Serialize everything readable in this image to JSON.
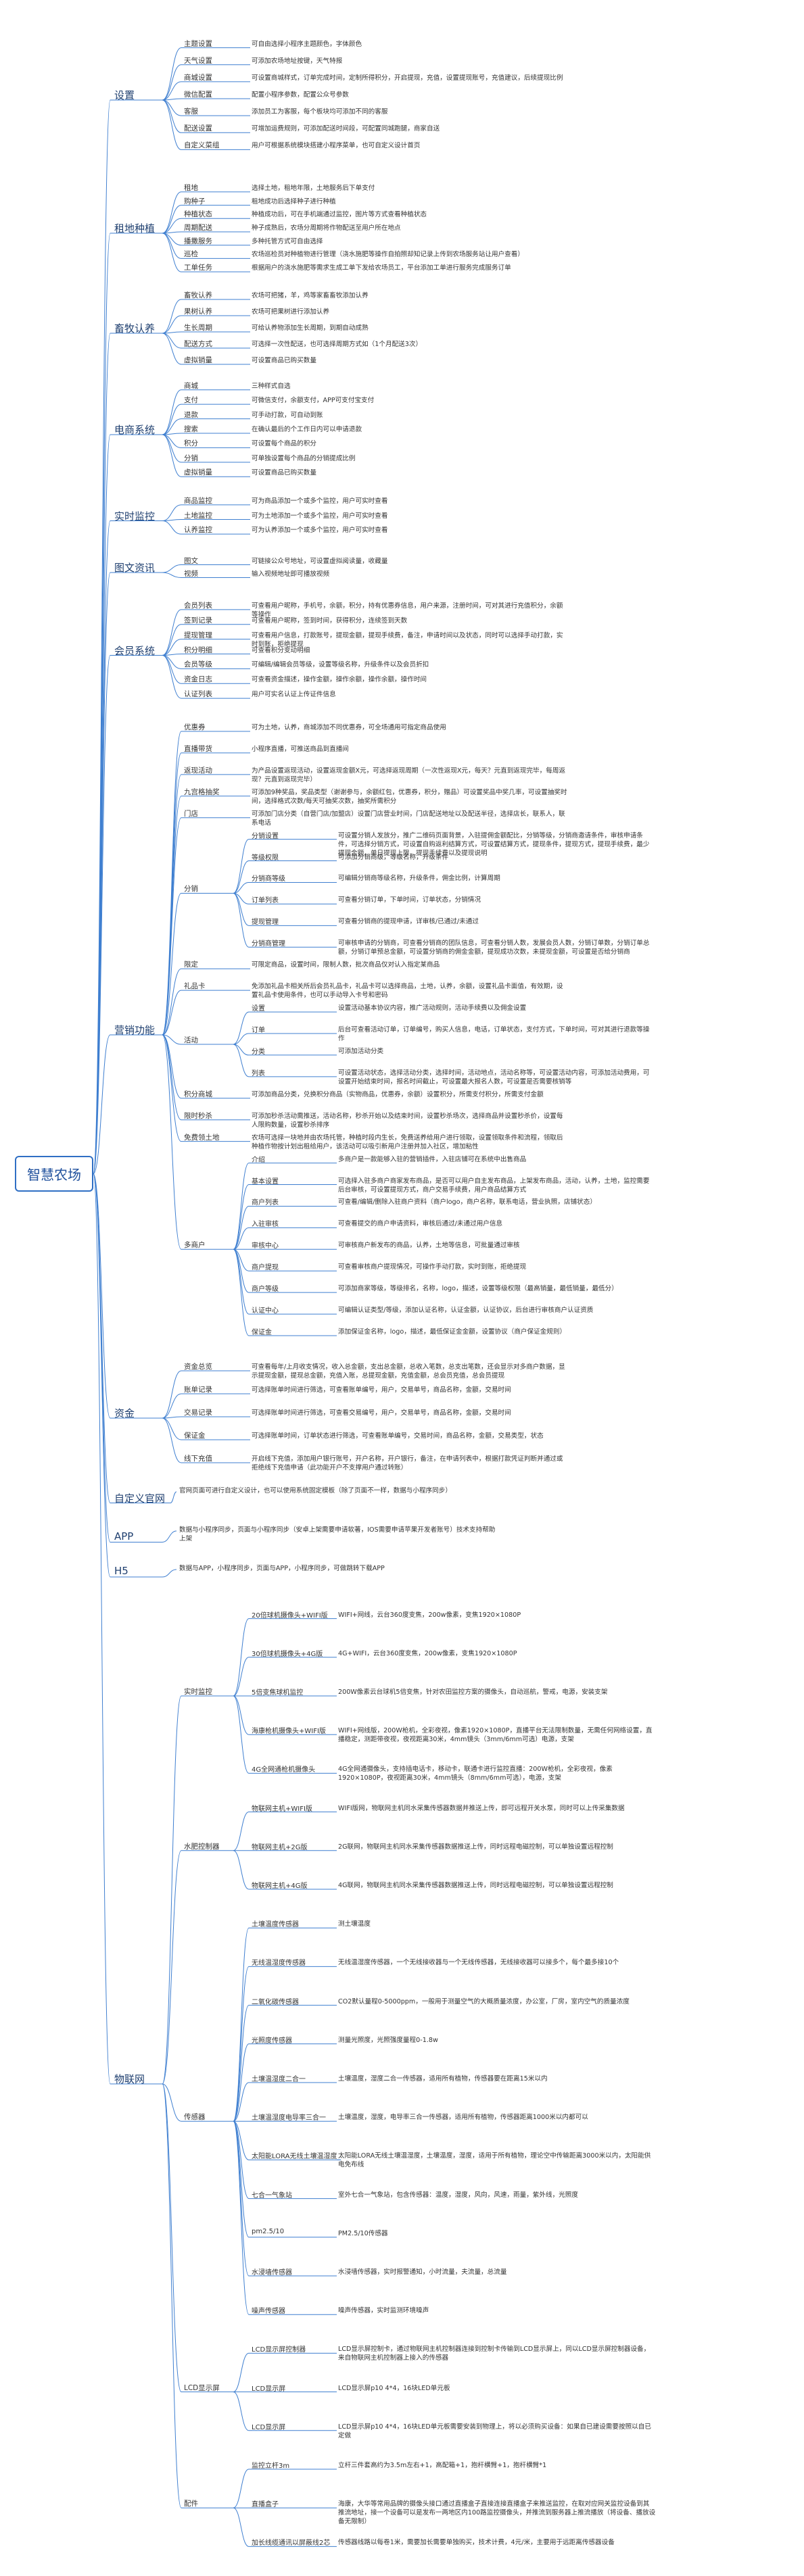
{
  "root": "智慧农场",
  "sections": [
    {
      "label": "设置",
      "items": [
        {
          "label": "主题设置",
          "desc": "可自由选择小程序主题颜色，字体颜色"
        },
        {
          "label": "天气设置",
          "desc": "可添加农场地址按键，天气特报"
        },
        {
          "label": "商城设置",
          "desc": "可设置商城样式，订单完成时间，定制所得积分，开启提现，充值，设置提现账号，充值建议，后续提现比例"
        },
        {
          "label": "微信配置",
          "desc": "配置小程序参数，配置公众号参数"
        },
        {
          "label": "客服",
          "desc": "添加员工为客服，每个板块均可添加不同的客服"
        },
        {
          "label": "配送设置",
          "desc": "可增加运费规则，可添加配送时间段，可配置同城跑腿，商家自送"
        },
        {
          "label": "自定义菜组",
          "desc": "用户可根据系统模块搭建小程序菜单，也可自定义设计首页"
        }
      ]
    },
    {
      "label": "租地种植",
      "items": [
        {
          "label": "租地",
          "desc": "选择土地，租地年限，土地服务后下单支付"
        },
        {
          "label": "购种子",
          "desc": "租地成功后选择种子进行种植"
        },
        {
          "label": "种植状态",
          "desc": "种植成功后，可在手机端通过监控，图片等方式查看种植状态"
        },
        {
          "label": "周期配送",
          "desc": "种子成熟后，农场分周期将作物配送至用户所在地点"
        },
        {
          "label": "播撒服务",
          "desc": "多种托管方式可自由选择"
        },
        {
          "label": "巡检",
          "desc": "农场巡检员对种植物进行管理（浇水施肥等操作自拍照却知记录上传到农场服务站让用户查看）"
        },
        {
          "label": "工单任务",
          "desc": "根据用户的浇水施肥等需求生成工单下发给农场员工，平台添加工单进行服务完成服务订单"
        }
      ]
    },
    {
      "label": "畜牧认养",
      "items": [
        {
          "label": "畜牧认养",
          "desc": "农场可把猪，羊，鸡等家畜畜牧添加认养"
        },
        {
          "label": "果树认养",
          "desc": "农场可把果树进行添加认养"
        },
        {
          "label": "生长周期",
          "desc": "可给认养物添加生长周期，到期自动成熟"
        },
        {
          "label": "配送方式",
          "desc": "可选择一次性配送，也可选择周期方式如（1个月配送3次）"
        },
        {
          "label": "虚拟销量",
          "desc": "可设置商品已购买数量"
        }
      ]
    },
    {
      "label": "电商系统",
      "items": [
        {
          "label": "商城",
          "desc": "三种样式自选"
        },
        {
          "label": "支付",
          "desc": "可微信支付，余额支付，APP可支付宝支付"
        },
        {
          "label": "退款",
          "desc": "可手动打款，可自动到账"
        },
        {
          "label": "搜索",
          "desc": "在确认最后的个工作日内可以申请退款"
        },
        {
          "label": "积分",
          "desc": "可设置每个商品的积分"
        },
        {
          "label": "分销",
          "desc": "可单独设置每个商品的分销提成比例"
        },
        {
          "label": "虚拟销量",
          "desc": "可设置商品已购买数量"
        }
      ]
    },
    {
      "label": "实时监控",
      "items": [
        {
          "label": "商品监控",
          "desc": "可为商品添加一个或多个监控，用户可实时查看"
        },
        {
          "label": "土地监控",
          "desc": "可为土地添加一个或多个监控，用户可实时查看"
        },
        {
          "label": "认养监控",
          "desc": "可为认养添加一个或多个监控，用户可实时查看"
        }
      ]
    },
    {
      "label": "图文资讯",
      "items": [
        {
          "label": "图文",
          "desc": "可链接公众号地址，可设置虚拟阅读量，收藏量"
        },
        {
          "label": "视频",
          "desc": "输入视频地址即可播放视频"
        }
      ]
    },
    {
      "label": "会员系统",
      "items": [
        {
          "label": "会员列表",
          "desc": "可查看用户昵称，手机号，余额，积分，持有优惠券信息，用户来源，注册时间，可对其进行充值积分，余额等操作"
        },
        {
          "label": "签到记录",
          "desc": "可查看用户昵称，签到时间，获得积分，连续签到天数"
        },
        {
          "label": "提现管理",
          "desc": "可查看用户信息，打款账号，提现金额，提现手续费，备注，申请时间以及状态，同时可以选择手动打款，实时到账，拒绝提现"
        },
        {
          "label": "积分明细",
          "desc": "可查看积分变动明细"
        },
        {
          "label": "会员等级",
          "desc": "可编辑/编辑会员等级，设置等级名称，升级条件以及会员折扣"
        },
        {
          "label": "资金日志",
          "desc": "可查看资金描述，操作金额，操作余额，操作余额，操作时间"
        },
        {
          "label": "认证列表",
          "desc": "用户可实名认证上传证件信息"
        }
      ]
    },
    {
      "label": "营销功能",
      "items": [
        {
          "label": "优惠券",
          "desc": "可为土地，认养，商城添加不同优惠券，可全场通用可指定商品使用"
        },
        {
          "label": "直播带货",
          "desc": "小程序直播，可推送商品到直播间"
        },
        {
          "label": "返现活动",
          "desc": "为产品设置返现活动，设置返现金额X元，可选择返现周期（一次性返现X元，每天？元直到返现完毕，每周返现？元直到返现完毕）"
        },
        {
          "label": "九宫格抽奖",
          "desc": "可添加9种奖品，奖品类型（谢谢参与，余额红包，优惠券，积分，赠品）可设置奖品中奖几率，可设置抽奖时间，选择格式次数/每天可抽奖次数，抽奖所需积分"
        },
        {
          "label": "门店",
          "desc": "可添加门店分类（自营门店/加盟店）设置门店营业时间，门店配送地址以及配送半径，选择店长，联系人，联系电话"
        },
        {
          "label": "分销",
          "children": [
            {
              "label": "分销设置",
              "desc": "可设置分销人发放分，推广二维码页面背景，入驻提佣金额配比，分销等级，分销商邀请条件，审核申请条件，可选择分销方式，可设置自购返利结算方式，可设置结算方式，提现条件，提现方式，提现手续费，最少提现金额，单日提现上限，提现手续费以及提现说明"
            },
            {
              "label": "等级权限",
              "desc": "可添加分销商级，等级名称，升级条件"
            },
            {
              "label": "分销商等级",
              "desc": "可编辑分销商等级名称，升级条件，佣金比例，计算周期"
            },
            {
              "label": "订单列表",
              "desc": "可查看分销订单，下单时间，订单状态，分销情况"
            },
            {
              "label": "提现管理",
              "desc": "可查看分销商的提现申请，详审核/已通过/未通过"
            },
            {
              "label": "分销商管理",
              "desc": "可审核申请的分销商，可查看分销商的团队信息，可查看分销人数，发展会员人数，分销订单数，分销订单总额，分销订单预总金额，可设置分销商的佣金金额，提现成功次数，未提现金额，可设置是否给分销商"
            }
          ]
        },
        {
          "label": "限定",
          "desc": "可限定商品，设置时间，限制人数，批次商品仅对认入指定某商品"
        },
        {
          "label": "礼品卡",
          "desc": "免添加礼品卡相关所后会员礼品卡，礼品卡可以选择商品，土地，认养，余额，设置礼品卡面值，有效期，设置礼品卡使用条件，也可以手动导入卡号和密码"
        },
        {
          "label": "活动",
          "children": [
            {
              "label": "设置",
              "desc": "设置活动基本协议内容，推广活动规则，活动手续费以及佣金设置"
            },
            {
              "label": "订单",
              "desc": "后台可查看活动订单，订单编号，购买人信息，电话，订单状态，支付方式，下单时间，可对其进行退款等操作"
            },
            {
              "label": "分类",
              "desc": "可添加活动分类"
            },
            {
              "label": "列表",
              "desc": "可设置活动状态，选择活动分类，选择时间，活动地点，活动名称等，可设置活动内容，可添加活动费用，可设置开始结束时间，报名时间截止，可设置最大报名人数，可设置是否需要核销等"
            }
          ]
        },
        {
          "label": "积分商城",
          "desc": "可添加商品分类，兑换积分商品（实物商品，优惠券，余额）设置积分，所需支付积分，所需支付金额"
        },
        {
          "label": "限时秒杀",
          "desc": "可添加秒杀活动需推送，活动名称，秒杀开始以及结束时间，设置秒杀场次，选择商品并设置秒杀价，设置每人限购数量，设置秒杀排序"
        },
        {
          "label": "免费领土地",
          "desc": "农场可选择一块地并由农场托管，种植时段内生长，免费送养给用户进行领取，设置领取条件和流程，领取后种植作物按计划出租给用户，该活动可以吸引新用户注册并加入社区，增加粘性"
        },
        {
          "label": "多商户",
          "children": [
            {
              "label": "介绍",
              "desc": "多商户是一款能够入驻的营销插件，入驻店铺可在系统中出售商品"
            },
            {
              "label": "基本设置",
              "desc": "可选择入驻多商户商家发布商品，是否可以用户自主发布商品，上架发布商品，活动，认养，土地，监控需要后台审核，可设置提现方式，商户交易手续费，用户商品结算方式"
            },
            {
              "label": "商户列表",
              "desc": "可查看/编辑/删除入驻商户资料（商户logo，商户名称，联系电话，营业执照，店铺状态）"
            },
            {
              "label": "入驻审核",
              "desc": "可查看提交的商户申请资料，审核后通过/未通过用户信息"
            },
            {
              "label": "审核中心",
              "desc": "可审核商户新发布的商品，认养，土地等信息，可批量通过审核"
            },
            {
              "label": "商户提现",
              "desc": "可查看审核商户提现情况，可操作手动打款，实时到账，拒绝提现"
            },
            {
              "label": "商户等级",
              "desc": "可添加商家等级，等级排名，名称，logo，描述，设置等级权限（最高销量，最低销量，最低分）"
            },
            {
              "label": "认证中心",
              "desc": "可编辑认证类型/等级，添加认证名称，认证金额，认证协议，后台进行审核商户认证资质"
            },
            {
              "label": "保证金",
              "desc": "添加保证金名称，logo，描述，最低保证金金额，设置协议（商户保证金规则）"
            }
          ]
        }
      ]
    },
    {
      "label": "资金",
      "items": [
        {
          "label": "资金总览",
          "desc": "可查看每年/上月收支情况，收入总金额，支出总金额，总收入笔数，总支出笔数，还会显示对多商户数据，显示提现金额，提现总金额，充值入账，总提现金额，充值金额，总会员充值，总会员提现"
        },
        {
          "label": "账单记录",
          "desc": "可选择账单时间进行筛选，可查看账单编号，用户，交易单号，商品名称，金额，交易时间"
        },
        {
          "label": "交易记录",
          "desc": "可选择账单时间进行筛选，可查看交易编号，用户，交易单号，商品名称，金额，交易时间"
        },
        {
          "label": "保证金",
          "desc": "可选择账单时间，订单状态进行筛选，可查看账单编号，交易时间，商品名称，金额，交易类型，状态"
        },
        {
          "label": "线下充值",
          "desc": "开启线下充值，添加用户银行账号，开户名称，开户银行，备注，在申请列表中，根据打款凭证判断并通过或拒绝线下充值申请（此功能开户不支撑用户通过转账）"
        }
      ]
    },
    {
      "label": "自定义官网",
      "desc": "官网页面可进行自定义设计，也可以使用系统固定模板（除了页面不一样，数据与小程序同步）"
    },
    {
      "label": "APP",
      "desc": "数据与小程序同步，页面与小程序同步（安卓上架需要申请软著，IOS需要申请苹果开发者账号）技术支持帮助上架"
    },
    {
      "label": "H5",
      "desc": "数据与APP，小程序同步，页面与APP，小程序同步，可做跳转下载APP"
    },
    {
      "label": "物联网",
      "items": [
        {
          "label": "实时监控",
          "children": [
            {
              "label": "20倍球机摄像头+WIFI版",
              "desc": "WIFI+网线，云台360度变焦，200w像素，变焦1920×1080P"
            },
            {
              "label": "30倍球机摄像头+4G版",
              "desc": "4G+WIFI，云台360度变焦，200w像素，变焦1920×1080P"
            },
            {
              "label": "5倍变焦球机监控",
              "desc": "200W像素云台球机5倍变焦，针对农田监控方案的摄像头，自动巡航，警戒，电源，安装支架"
            },
            {
              "label": "海康枪机摄像头+WIFI版",
              "desc": "WIFI+网线版，200W枪机，全彩夜视，像素1920×1080P，直播平台无法限制数量，无需任何网络设置，直播稳定，测距带夜视，夜视距离30米，4mm镜头（3mm/6mm可选）电源，支架"
            },
            {
              "label": "4G全网通枪机摄像头",
              "desc": "4G全网通摄像头，支持插电话卡，移动卡，联通卡进行监控直播：200W枪机，全彩夜视，像素1920×1080P，夜视距离30米，4mm镜头（8mm/6mm可选），电源，支架"
            }
          ]
        },
        {
          "label": "水肥控制器",
          "children": [
            {
              "label": "物联网主机+WIFI版",
              "desc": "WIFI版网，物联网主机同水采集传感器数据并推送上传，即可远程开关水泵，同时可以上传采集数据"
            },
            {
              "label": "物联网主机+2G版",
              "desc": "2G联网，物联网主机同水采集传感器数据推送上传，同时远程电磁控制，可以单独设置远程控制"
            },
            {
              "label": "物联网主机+4G版",
              "desc": "4G联网，物联网主机同水采集传感器数据推送上传，同时远程电磁控制，可以单独设置远程控制"
            }
          ]
        },
        {
          "label": "传感器",
          "children": [
            {
              "label": "土壤温度传感器",
              "desc": "测土壤温度"
            },
            {
              "label": "无线温湿度传感器",
              "desc": "无线温湿度传感器，一个无线接收器与一个无线传感器，无线接收器可以接多个，每个最多接10个"
            },
            {
              "label": "二氧化碳传感器",
              "desc": "CO2默认量程0-5000ppm，一般用于测量空气的大概质量浓度，办公室，厂房，室内空气的质量浓度"
            },
            {
              "label": "光照度传感器",
              "desc": "测量光照度，光照强度量程0-1.8w"
            },
            {
              "label": "土壤温湿度二合一",
              "desc": "土壤温度，湿度二合一传感器，适用所有植物，传感器要在距离15米以内"
            },
            {
              "label": "土壤温湿度电导率三合一",
              "desc": "土壤温度，湿度，电导率三合一传感器，适用所有植物，传感器距离1000米以内都可以"
            },
            {
              "label": "太阳能LORA无线土壤温湿度",
              "desc": "太阳能LORA无线土壤温湿度，土壤温度，湿度，适用于所有植物，理论空中传输距离3000米以内，太阳能供电免布线"
            },
            {
              "label": "七合一气象站",
              "desc": "室外七合一气象站，包含传感器：温度，湿度，风向，风速，雨量，紫外线，光照度"
            },
            {
              "label": "pm2.5/10",
              "desc": "PM2.5/10传感器"
            },
            {
              "label": "水浸墙传感器",
              "desc": "水浸墙传感器，实时报警通知，小时流量，夫流量，总流量"
            },
            {
              "label": "噪声传感器",
              "desc": "噪声传感器，实时监测环境噪声"
            }
          ]
        },
        {
          "label": "LCD显示屏",
          "children": [
            {
              "label": "LCD显示屏控制器",
              "desc": "LCD显示屏控制卡，通过物联网主机控制器连接到控制卡传输到LCD显示屏上，同以LCD显示屏控制器设备，来自物联网主机控制器上接入的传感器"
            },
            {
              "label": "LCD显示屏",
              "desc": "LCD显示屏p10 4*4，16块LED单元板"
            },
            {
              "label": "LCD显示屏",
              "desc": "LCD显示屏p10 4*4，16块LED单元板需要安装到物理上，将以必须购买设备：如果自已建设需要按照以自已定做"
            }
          ]
        },
        {
          "label": "配件",
          "children": [
            {
              "label": "监控立杆3m",
              "desc": "立杆三件套高约为3.5m左右+1，高配箱+1，抱杆横臂+1，抱杆横臂*1"
            },
            {
              "label": "直播盒子",
              "desc": "海康，大华等常用品牌的摄像头接口通过直播盒子直接连接直播盒子来推送监控，在取对应网关监控设备到其推流地址，接一个设备可以是发布一两地区内100路监控摄像头，并推流到服务器上推流播放（将设备、播放设备无限制）"
            },
            {
              "label": "加长线缆通讯以屏蔽线2芯",
              "desc": "传感器线路以每卷1米，需要加长需要单独购买，技术计费，4元/米，主要用于远距离传感器设备"
            }
          ]
        }
      ]
    }
  ]
}
